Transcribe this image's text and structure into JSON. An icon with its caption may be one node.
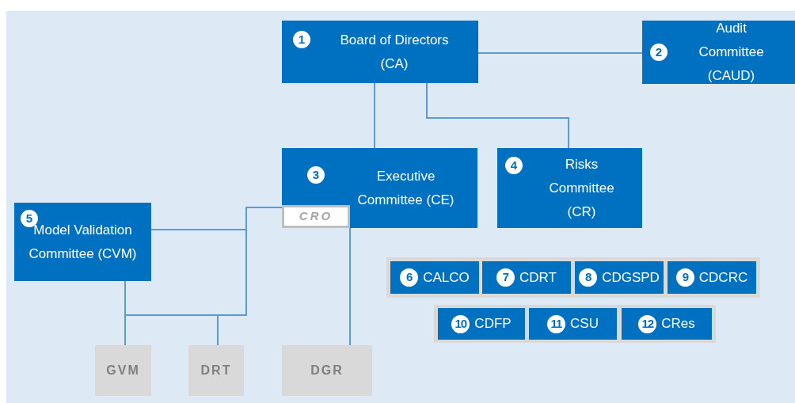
{
  "diagram": {
    "nodes": [
      {
        "text": [
          "1",
          "Board of Directors (CA)"
        ]
      },
      {
        "text": [
          "2",
          "Audit Committee (CAUD)"
        ]
      },
      {
        "text": [
          "3",
          "Executive Committee (CE)"
        ]
      },
      {
        "text": [
          "4",
          "Risks Committee (CR)"
        ]
      },
      {
        "text": [
          "CRO"
        ],
        "in": 2
      },
      {
        "text": [
          "5",
          "Model Validation Committee (CVM)"
        ]
      },
      {
        "text": [],
        "shape": "box"
      },
      {
        "text": [
          "6",
          "CALCO"
        ],
        "in": 6
      },
      {
        "text": [
          "7",
          "CDRT"
        ],
        "in": 6
      },
      {
        "text": [
          "8",
          "CDGSPD"
        ],
        "in": 6
      },
      {
        "text": [
          "9",
          "CDCRC"
        ],
        "in": 6
      },
      {
        "text": [],
        "shape": "box"
      },
      {
        "text": [
          "10",
          "CDFP"
        ],
        "in": 11
      },
      {
        "text": [
          "11",
          "CSU"
        ],
        "in": 11
      },
      {
        "text": [
          "12",
          "CRes"
        ],
        "in": 11
      },
      {
        "text": [
          "GVM"
        ]
      },
      {
        "text": [
          "DRT"
        ]
      },
      {
        "text": [
          "DGR"
        ]
      }
    ],
    "edges": [
      {
        "from": 0,
        "to": 1,
        "arrow": "none"
      },
      {
        "from": 0,
        "to": 2,
        "arrow": "none"
      },
      {
        "from": 0,
        "to": 3,
        "arrow": "none"
      },
      {
        "from": 4,
        "to": 5,
        "arrow": "none"
      },
      {
        "from": 4,
        "to": 15,
        "arrow": "none"
      },
      {
        "from": 4,
        "to": 16,
        "arrow": "none"
      },
      {
        "from": 5,
        "to": 15,
        "arrow": "none"
      },
      {
        "from": 4,
        "to": 17,
        "arrow": "none"
      }
    ]
  }
}
